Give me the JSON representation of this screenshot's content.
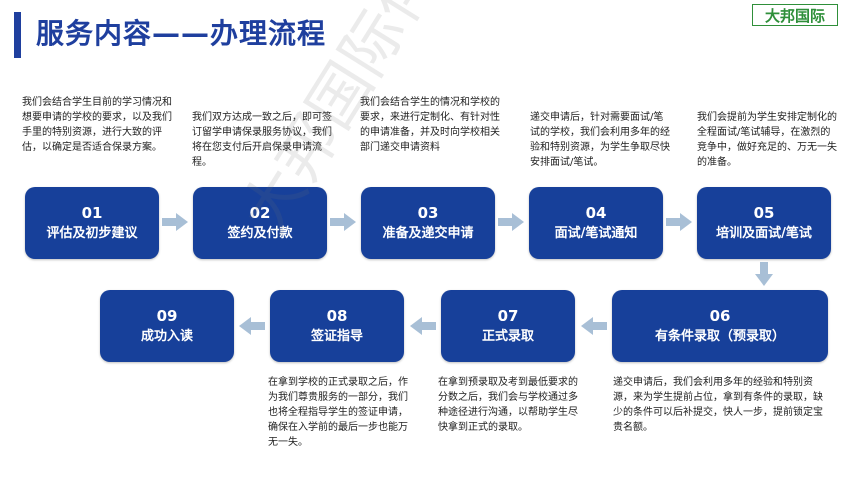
{
  "header": {
    "title": "服务内容——办理流程",
    "logo_text": "大邦国际"
  },
  "watermark": "大邦国际伴读专用",
  "steps": [
    {
      "num": "01",
      "label": "评估及初步建议",
      "desc": "我们会结合学生目前的学习情况和想要申请的学校的要求，以及我们手里的特别资源，进行大致的评估，以确定是否适合保录方案。"
    },
    {
      "num": "02",
      "label": "签约及付款",
      "desc": "我们双方达成一致之后，即可签订留学申请保录服务协议，我们将在您支付后开启保录申请流程。"
    },
    {
      "num": "03",
      "label": "准备及递交申请",
      "desc": "我们会结合学生的情况和学校的要求，来进行定制化、有针对性的申请准备，并及时向学校相关部门递交申请资料"
    },
    {
      "num": "04",
      "label": "面试/笔试通知",
      "desc": "递交申请后，针对需要面试/笔试的学校，我们会利用多年的经验和特别资源，为学生争取尽快安排面试/笔试。"
    },
    {
      "num": "05",
      "label": "培训及面试/笔试",
      "desc": "我们会提前为学生安排定制化的全程面试/笔试辅导，在激烈的竞争中，做好充足的、万无一失的准备。"
    },
    {
      "num": "06",
      "label": "有条件录取（预录取）",
      "desc": "递交申请后，我们会利用多年的经验和特别资源，来为学生提前占位，拿到有条件的录取，缺少的条件可以后补提交，快人一步，提前锁定宝贵名额。"
    },
    {
      "num": "07",
      "label": "正式录取",
      "desc": "在拿到预录取及考到最低要求的分数之后，我们会与学校通过多种途径进行沟通，以帮助学生尽快拿到正式的录取。"
    },
    {
      "num": "08",
      "label": "签证指导",
      "desc": "在拿到学校的正式录取之后，作为我们尊贵服务的一部分，我们也将全程指导学生的签证申请，确保在入学前的最后一步也能万无一失。"
    },
    {
      "num": "09",
      "label": "成功入读",
      "desc": ""
    }
  ]
}
